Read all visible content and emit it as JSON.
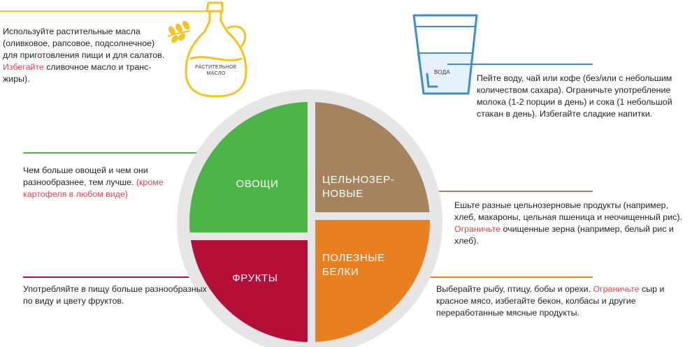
{
  "colors": {
    "vegetables": "#4db548",
    "grains": "#a6835f",
    "fruits": "#b50e37",
    "proteins": "#e8801f",
    "oil": "#f8c21e",
    "water": "#3b8fd1",
    "plate": "#e6e6e6",
    "highlight": "#e0454f"
  },
  "icons": {
    "oil": "oil-bottle-icon",
    "water": "water-glass-icon",
    "leaves": "leaf-sprig-icon"
  },
  "oil": {
    "bottle_label_line1": "РАСТИТЕЛЬНОЕ",
    "bottle_label_line2": "МАСЛО",
    "text_a": "Используйте растительные масла (оливковое, рапсовое, подсолнечное) для приготовления пищи и для салатов. ",
    "text_highlight": "Избегайте",
    "text_b": " сливочное масло и транс-жиры)."
  },
  "water": {
    "glass_label": "ВОДА",
    "text": "Пейте воду, чай или кофе (без/или с небольшим количеством сахара). Ограничьте употребление молока (1-2 порции в день) и сока (1 небольшой стакан в день). Избегайте сладкие напитки."
  },
  "plate": {
    "vegetables_label": "ОВОЩИ",
    "grains_label_line1": "ЦЕЛЬНОЗЕР-",
    "grains_label_line2": "НОВЫЕ",
    "fruits_label": "ФРУКТЫ",
    "proteins_label_line1": "ПОЛЕЗНЫЕ",
    "proteins_label_line2": "БЕЛКИ"
  },
  "vegetables": {
    "text": "Чем больше овощей и чем они разнообразнее, тем лучше. ",
    "text_highlight": "(кроме картофеля в любом виде)"
  },
  "grains": {
    "text_a": "Ешьте разные цельнозерновые продукты (например, хлеб, макароны, цельная пшеница и неочищенный рис). ",
    "text_highlight": "Ограничьте",
    "text_b": " очищенные зерна (например, белый рис и хлеб)."
  },
  "fruits": {
    "text": "Употребляйте в пищу больше разнообразных по виду и цвету фруктов."
  },
  "proteins": {
    "text_a": "Выберайте рыбу, птицу, бобы и орехи. ",
    "text_highlight": "Ограничьте",
    "text_b": " сыр и красное мясо, избегайте бекон, колбасы и другие переработанные мясные продукты."
  }
}
